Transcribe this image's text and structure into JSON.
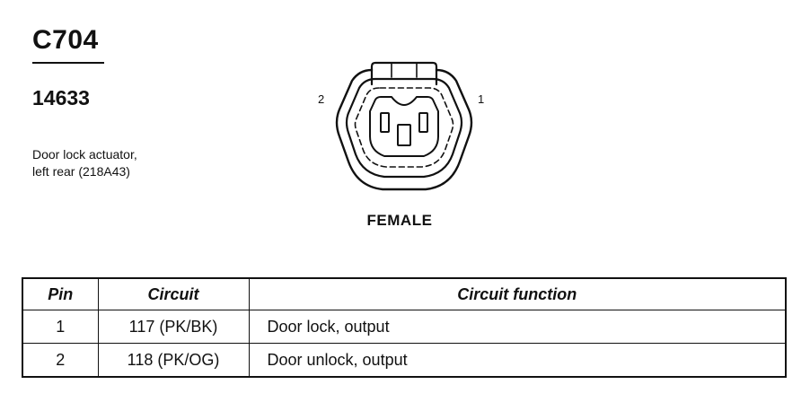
{
  "connector": {
    "id": "C704",
    "part_number": "14633",
    "description_lines": [
      "Door lock actuator,",
      "left rear (218A43)"
    ],
    "gender": "FEMALE",
    "pin_callouts": {
      "left": "2",
      "right": "1"
    }
  },
  "pin_table": {
    "headers": [
      "Pin",
      "Circuit",
      "Circuit function"
    ],
    "rows": [
      {
        "pin": "1",
        "circuit": "117 (PK/BK)",
        "function": "Door lock, output"
      },
      {
        "pin": "2",
        "circuit": "118 (PK/OG)",
        "function": "Door unlock, output"
      }
    ]
  }
}
